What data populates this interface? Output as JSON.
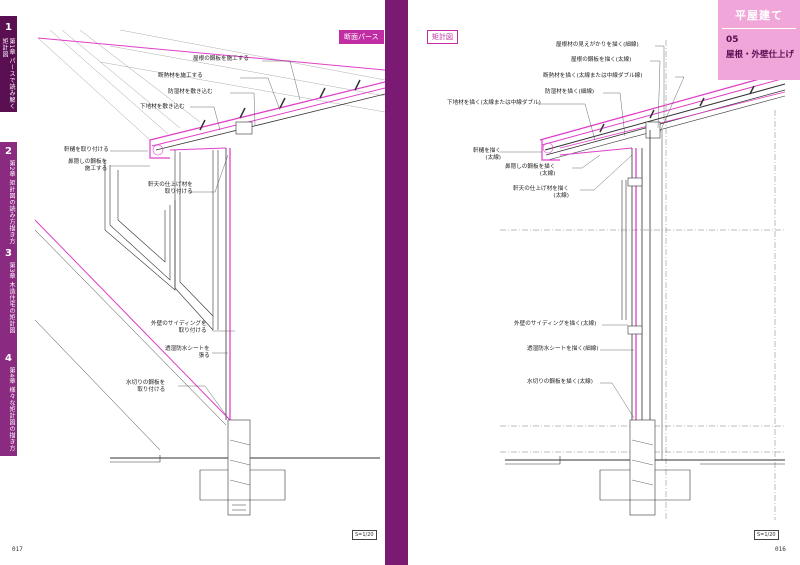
{
  "left_page": {
    "tag": "断面パース",
    "page_number": "017",
    "scale": "S=1/20",
    "labels": [
      "屋根の鋼板を施工する",
      "断熱材を施工する",
      "防湿材を敷き込む",
      "下地材を敷き込む",
      "軒樋を取り付ける",
      "鼻隠しの鋼板を\n施工する",
      "軒天の仕上げ材を\n取り付ける",
      "外壁のサイディングを\n取り付ける",
      "透湿防水シートを\n張る",
      "水切りの鋼板を\n取り付ける"
    ]
  },
  "right_page": {
    "tag": "矩計図",
    "page_number": "016",
    "scale": "S=1/20",
    "chapter": {
      "title": "平屋建て",
      "number": "05",
      "subtitle": "屋根・外壁仕上げ"
    },
    "labels": [
      "屋根材の見えがかりを描く(細線)",
      "屋根の鋼板を描く(太線)",
      "断熱材を描く(太線または中線ダブル線)",
      "防湿材を描く(細線)",
      "下地材を描く(太線または中線ダブル)",
      "軒樋を描く\n(太線)",
      "鼻隠しの鋼板を描く\n(太線)",
      "軒天の仕上げ材を描く\n(太線)",
      "外壁のサイディングを描く(太線)",
      "透湿防水シートを描く(細線)",
      "水切りの鋼板を描く(太線)"
    ]
  },
  "sidebar_tabs": [
    {
      "number": "1",
      "label": "第1章 パースで読み解く矩計図"
    },
    {
      "number": "2",
      "label": "第2章 矩計図の読み方描き方"
    },
    {
      "number": "3",
      "label": "第3章 木造住宅の矩計図"
    },
    {
      "number": "4",
      "label": "第4章 様々な矩計図の描き方"
    }
  ],
  "colors": {
    "accent": "#c12ea3",
    "frame": "#7b1a73",
    "chapter_bg": "#f0a6d9",
    "highlight_line": "#e040c8"
  }
}
